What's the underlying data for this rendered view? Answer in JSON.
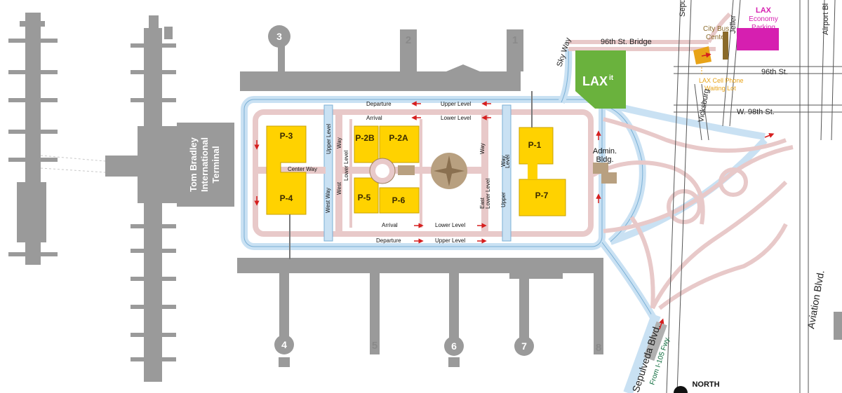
{
  "terminals": {
    "t1": "1",
    "t2": "2",
    "t3": "3",
    "t4": "4",
    "t5": "5",
    "t6": "6",
    "t7": "7",
    "t8": "8"
  },
  "tbit": {
    "line1": "Tom Bradley",
    "line2": "International",
    "line3": "Terminal"
  },
  "parking": {
    "p1": "P-1",
    "p2a": "P-2A",
    "p2b": "P-2B",
    "p3": "P-3",
    "p4": "P-4",
    "p5": "P-5",
    "p6": "P-6",
    "p7": "P-7"
  },
  "roads": {
    "departure": "Departure",
    "upper_level": "Upper Level",
    "arrival": "Arrival",
    "lower_level": "Lower Level",
    "center_way": "Center Way",
    "upper_level_way": "Upper Level",
    "way": "Way",
    "west_way": "West Way",
    "west": "West",
    "lower_level_v": "Lower Level",
    "east": "East",
    "upper": "Upper",
    "level": "Level",
    "sky_way": "Sky Way",
    "bridge": "96th St. Bridge",
    "st96": "96th St.",
    "st98": "W. 98th St.",
    "vicksburg": "Vicksburg",
    "sepulveda": "Sepulveda Blvd.",
    "aviation": "Aviation Blvd.",
    "airport": "Airport Bl",
    "sepul_top": "Sepu",
    "jeller": "Jeller",
    "from_i105": "From I-105 Fwy."
  },
  "places": {
    "city_bus_1": "City Bus",
    "city_bus_2": "Center",
    "cell_1": "LAX Cell Phone",
    "cell_2": "Waiting Lot",
    "econ_1": "LAX",
    "econ_2": "Economy",
    "econ_3": "Parking",
    "admin_1": "Admin.",
    "admin_2": "Bldg.",
    "lax_it": "LAX",
    "lax_it_sup": "it",
    "north": "NORTH"
  },
  "colors": {
    "terminal_gray": "#9a9a9a",
    "road_blue": "#c9e1f3",
    "road_pink": "#e8c9c9",
    "parking_yellow": "#ffd200",
    "lax_it_green": "#6ab23d",
    "economy_magenta": "#d61fb0",
    "cell_lot_orange": "#e8a317",
    "arrow_red": "#d61f1f"
  }
}
